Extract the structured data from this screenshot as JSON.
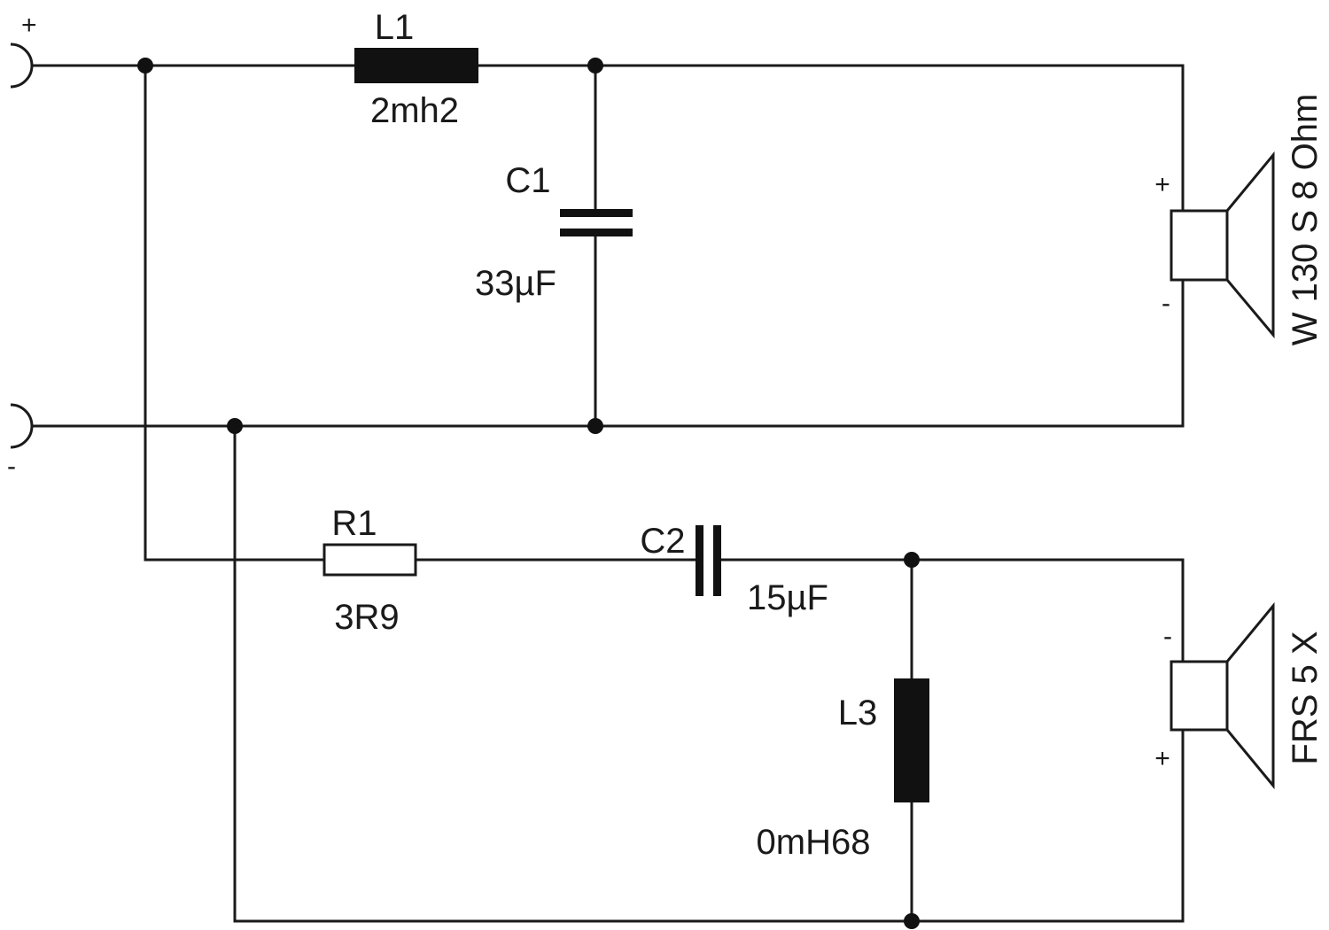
{
  "input": {
    "positive_sign": "+",
    "negative_sign": "-"
  },
  "components": {
    "L1": {
      "designator": "L1",
      "value": "2mh2"
    },
    "C1": {
      "designator": "C1",
      "value": "33µF"
    },
    "R1": {
      "designator": "R1",
      "value": "3R9"
    },
    "C2": {
      "designator": "C2",
      "value": "15µF"
    },
    "L3": {
      "designator": "L3",
      "value": "0mH68"
    }
  },
  "speakers": {
    "woofer": {
      "name": "W 130 S 8 Ohm",
      "plus": "+",
      "minus": "-"
    },
    "fullrange": {
      "name": "FRS 5 X",
      "plus": "+",
      "minus": "-"
    }
  },
  "colors": {
    "ink": "#111111",
    "background": "#ffffff"
  }
}
